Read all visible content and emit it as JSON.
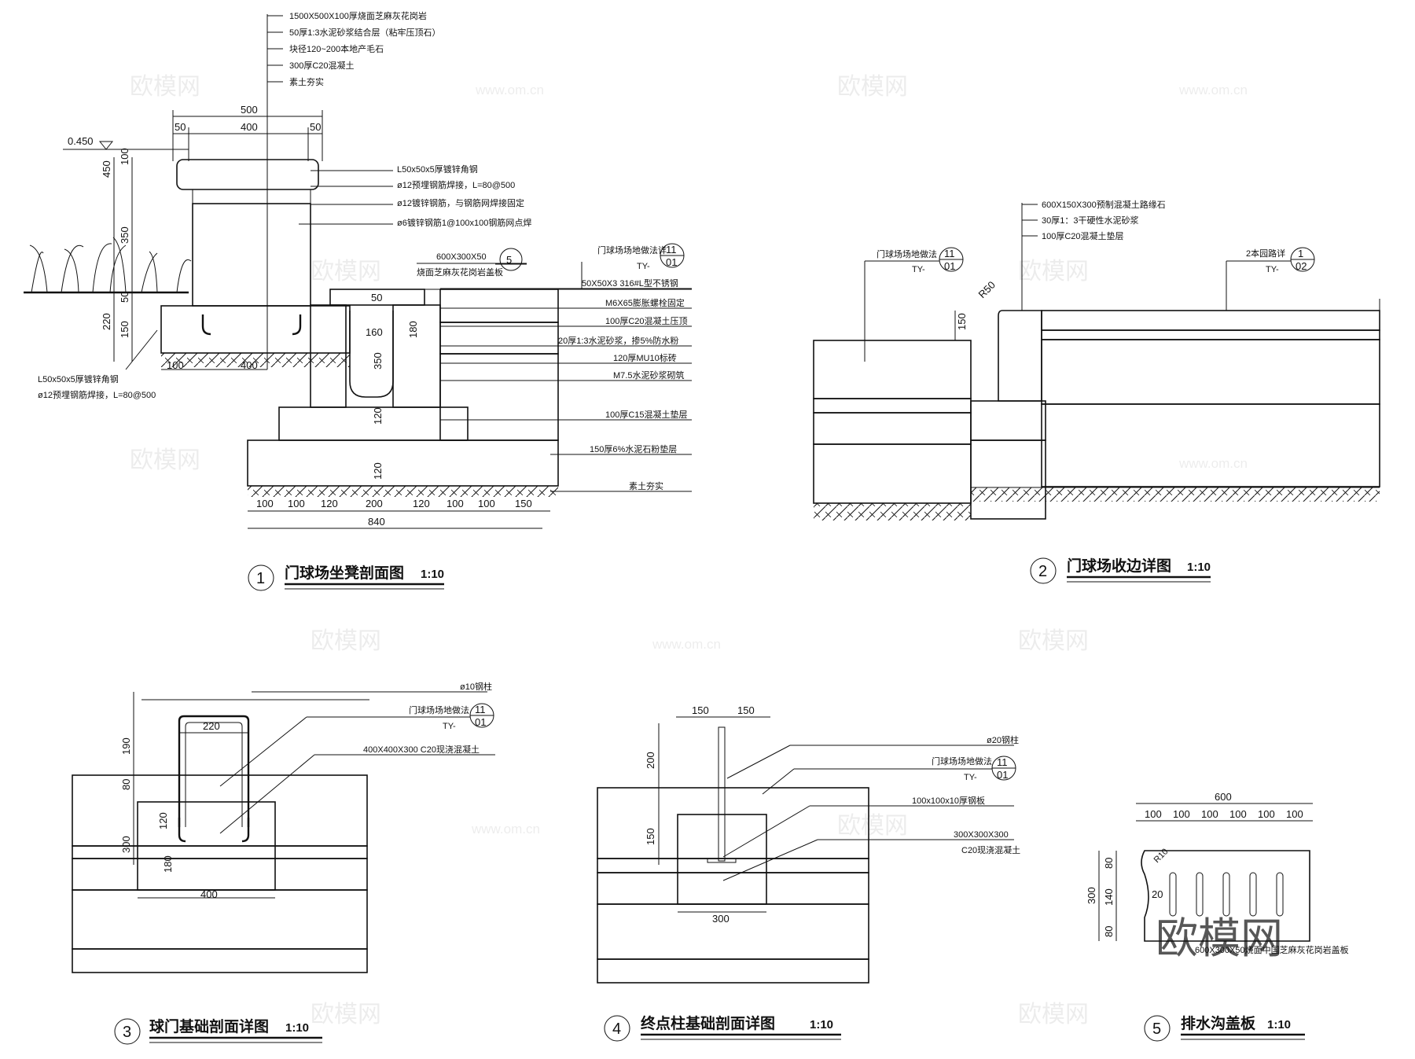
{
  "watermark": {
    "brand": "欧模网",
    "site": "www.om.cn",
    "big": "欧模网"
  },
  "detail1": {
    "number": "1",
    "title": "门球场坐凳剖面图",
    "scale": "1:10",
    "callouts": [
      "1500X500X100厚烧面芝麻灰花岗岩",
      "50厚1:3水泥砂浆结合层（粘牢压顶石）",
      "块径120~200本地产毛石",
      "300厚C20混凝土",
      "素土夯实"
    ],
    "left_notes": [
      "L50x50x5厚镀锌角钢",
      "ø12预埋钢筋焊接，L=80@500",
      "ø12镀锌钢筋，与钢筋网焊接固定",
      "ø6镀锌钢筋1@100x100钢筋网点焊"
    ],
    "bottom_notes": [
      "L50x50x5厚镀锌角钢",
      "ø12预埋钢筋焊接，L=80@500"
    ],
    "drain_notes": [
      "600X300X50",
      "烧面芝麻灰花岗岩盖板",
      "门球场场地做法详",
      "TY-",
      "50X50X3 316#L型不锈钢",
      "M6X65膨胀螺栓固定",
      "100厚C20混凝土压顶",
      "20厚1:3水泥砂浆，掺5%防水粉",
      "120厚MU10标砖",
      "M7.5水泥砂浆砌筑",
      "100厚C15混凝土垫层",
      "150厚6%水泥石粉垫层",
      "素土夯实"
    ],
    "ref_a": {
      "top": "11",
      "bottom": "01"
    },
    "ref_b": "5",
    "level": "0.450",
    "dims_top": [
      "500",
      "50",
      "400",
      "50"
    ],
    "dims_left": [
      "100",
      "450",
      "350",
      "50",
      "220",
      "150"
    ],
    "dims_drain": [
      "50",
      "160",
      "180",
      "350",
      "120",
      "120"
    ],
    "dims_base": [
      "100",
      "400"
    ],
    "dims_bottom": [
      "100",
      "100",
      "120",
      "200",
      "120",
      "100",
      "100",
      "150"
    ],
    "dims_total": "840"
  },
  "detail2": {
    "number": "2",
    "title": "门球场收边详图",
    "scale": "1:10",
    "callouts": [
      "600X150X300预制混凝土路缘石",
      "30厚1：3干硬性水泥砂浆",
      "100厚C20混凝土垫层"
    ],
    "left_ref": {
      "label": "门球场场地做法",
      "prefix": "TY-",
      "top": "11",
      "bottom": "01"
    },
    "right_ref": {
      "label": "2本园路详",
      "prefix": "TY-",
      "top": "1",
      "bottom": "02"
    },
    "dims": [
      "R50",
      "150"
    ]
  },
  "detail3": {
    "number": "3",
    "title": "球门基础剖面详图",
    "scale": "1:10",
    "callouts": [
      "ø10钢柱",
      "门球场场地做法",
      "TY-",
      "400X400X300 C20现浇混凝土"
    ],
    "ref": {
      "top": "11",
      "bottom": "01"
    },
    "dims": [
      "190",
      "220",
      "80",
      "120",
      "300",
      "180",
      "400"
    ]
  },
  "detail4": {
    "number": "4",
    "title": "终点柱基础剖面详图",
    "scale": "1:10",
    "callouts": [
      "ø20钢柱",
      "门球场场地做法",
      "TY-",
      "100x100x10厚钢板",
      "300X300X300",
      "C20现浇混凝土"
    ],
    "ref": {
      "top": "11",
      "bottom": "01"
    },
    "dims": [
      "150",
      "150",
      "200",
      "150",
      "300"
    ]
  },
  "detail5": {
    "number": "5",
    "title": "排水沟盖板",
    "scale": "1:10",
    "dims_top": [
      "600",
      "100",
      "100",
      "100",
      "100",
      "100",
      "100"
    ],
    "dims_left": [
      "300",
      "80",
      "140",
      "80"
    ],
    "dims_inner": [
      "R10",
      "20"
    ],
    "note": "600X300X50烧面中国芝麻灰花岗岩盖板"
  }
}
